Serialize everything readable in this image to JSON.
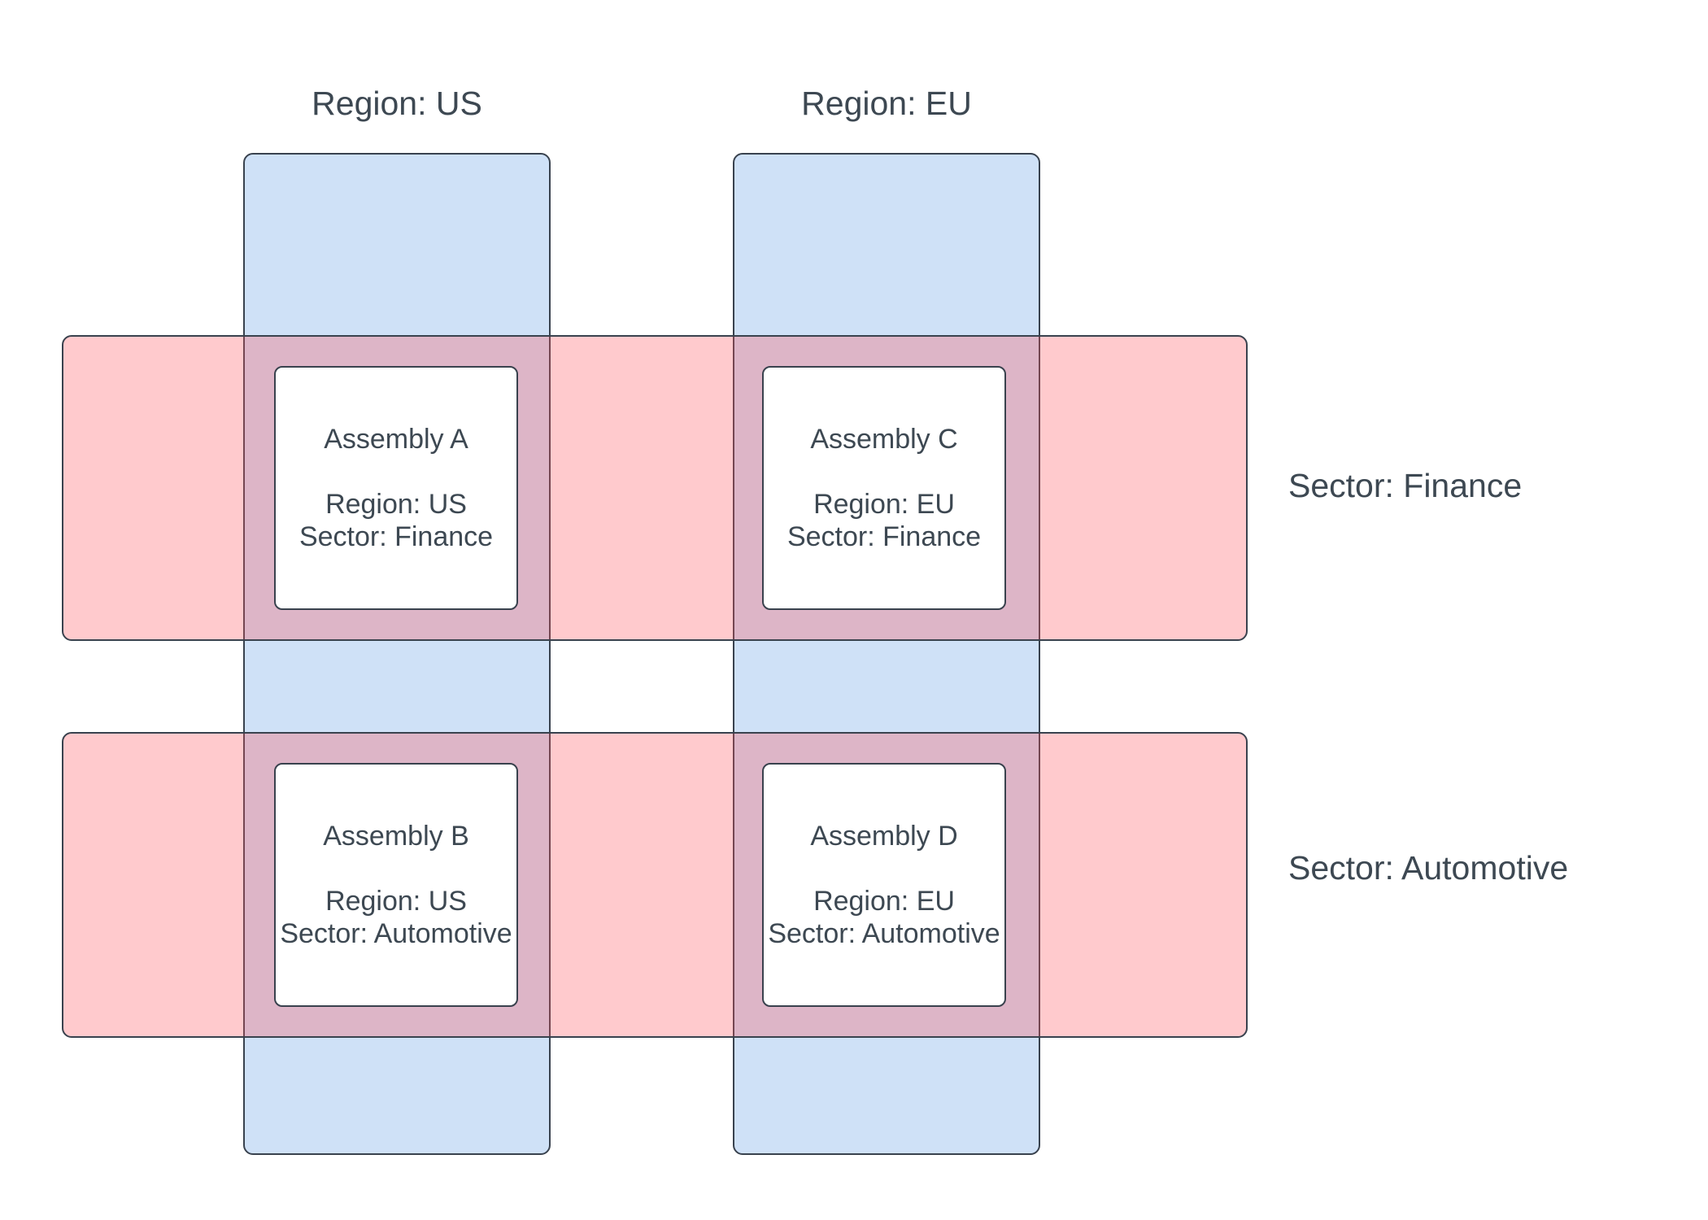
{
  "diagram": {
    "columns": [
      {
        "id": "us",
        "label": "Region: US"
      },
      {
        "id": "eu",
        "label": "Region: EU"
      }
    ],
    "rows": [
      {
        "id": "finance",
        "label": "Sector: Finance"
      },
      {
        "id": "automotive",
        "label": "Sector: Automotive"
      }
    ],
    "assemblies": [
      {
        "name": "Assembly A",
        "region": "Region: US",
        "sector": "Sector: Finance"
      },
      {
        "name": "Assembly B",
        "region": "Region: US",
        "sector": "Sector: Automotive"
      },
      {
        "name": "Assembly C",
        "region": "Region: EU",
        "sector": "Sector: Finance"
      },
      {
        "name": "Assembly D",
        "region": "Region: EU",
        "sector": "Sector: Automotive"
      }
    ],
    "colors": {
      "column_fill": "#cfe1f7",
      "row_fill": "rgba(255,79,88,0.30)",
      "overlap_result": "#ddb5c6",
      "box_fill": "#ffffff",
      "stroke": "#39424e",
      "text": "#3d4852"
    }
  }
}
